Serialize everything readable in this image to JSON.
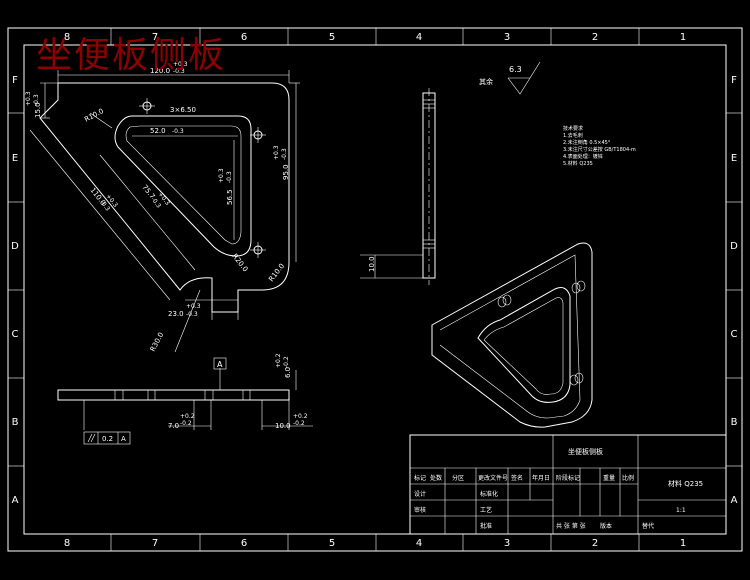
{
  "overlay_title": "坐便板侧板",
  "zone_cols_top": [
    "8",
    "7",
    "6",
    "5",
    "4",
    "3",
    "2",
    "1"
  ],
  "zone_cols_bottom": [
    "8",
    "7",
    "6",
    "5",
    "4",
    "3",
    "2",
    "1"
  ],
  "zone_rows_left": [
    "F",
    "E",
    "D",
    "C",
    "B",
    "A"
  ],
  "zone_rows_right": [
    "F",
    "E",
    "D",
    "C",
    "B",
    "A"
  ],
  "dims": {
    "top_width": "120.0",
    "top_tol_up": "+0.3",
    "top_tol_dn": "-0.3",
    "left_h": "15.0",
    "left_h_tol_up": "+0.3",
    "left_h_tol_dn": "-0.3",
    "slot_w": "3×6.50",
    "slot_len": "52.0",
    "slot_len_tol": "-0.3",
    "r_top": "R10.0",
    "diag_long": "110.0",
    "diag_long_tol_up": "+0.3",
    "diag_long_tol_dn": "-0.3",
    "diag_inner": "75.7",
    "diag_inner_tol_up": "+0.3",
    "diag_inner_tol_dn": "-0.3",
    "vert_inner": "56.5",
    "vert_inner_tol_up": "+0.3",
    "vert_inner_tol_dn": "-0.3",
    "vert_outer": "95.0",
    "vert_outer_tol_up": "+0.3",
    "vert_outer_tol_dn": "-0.3",
    "r_inner_bottom": "R20.0",
    "r_outer_bottom": "R10.0",
    "bottom_w": "23.0",
    "bottom_w_tol_up": "+0.3",
    "bottom_w_tol_dn": "-0.3",
    "r_big": "R30.0",
    "side_h": "10.0",
    "thk": "6.0",
    "thk_tol_up": "+0.2",
    "thk_tol_dn": "-0.2",
    "left_offset": "7.0",
    "left_offset_tol_up": "+0.2",
    "left_offset_tol_dn": "-0.2",
    "right_offset": "10.0",
    "right_offset_tol_up": "+0.2",
    "right_offset_tol_dn": "-0.2",
    "datum": "A",
    "parallel_tol": "0.2",
    "parallel_datum": "A"
  },
  "roughness": {
    "label": "其余",
    "value": "6.3"
  },
  "tech_notes": [
    "技术要求",
    "1.去毛刺",
    "2.未注倒角 0.5×45°",
    "3.未注尺寸公差按 GB/T1804-m",
    "4.表面处理：镀锌",
    "5.材料 Q235"
  ],
  "title_block": {
    "part_name": "坐便板侧板",
    "material": "材料 Q235",
    "headers": [
      "标记",
      "处数",
      "分区",
      "更改文件号",
      "签名",
      "年月日"
    ],
    "roles": [
      "设计",
      "标准化",
      "工艺",
      "审核",
      "批准"
    ],
    "stage_labels": [
      "阶段标记",
      "重量",
      "比例"
    ],
    "scale": "1:1",
    "sheet": "共 张 第 张",
    "version": "版本",
    "replace": "替代"
  }
}
